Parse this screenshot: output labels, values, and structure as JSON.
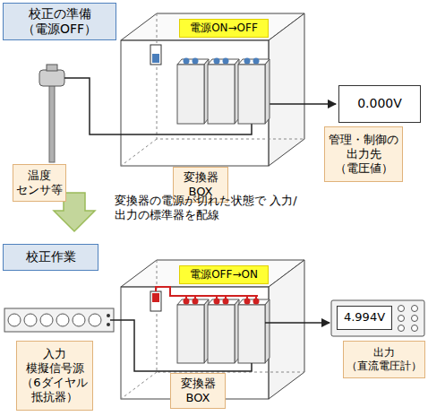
{
  "diagram": {
    "nodes": [
      {
        "text": [
          "校正の準備 （電源OFF）"
        ]
      },
      {
        "text": [
          "電源ON→OFF"
        ]
      },
      {
        "text": [
          "0.000V"
        ]
      },
      {
        "text": [
          "温度 センサ等"
        ]
      },
      {
        "text": [
          "変換器 BOX"
        ]
      },
      {
        "text": [
          "管理・制御の 出力先 （電圧値）"
        ]
      },
      {
        "text": [
          "校正作業"
        ]
      },
      {
        "text": [
          "電源OFF→ON"
        ]
      },
      {
        "text": [
          "4.994V"
        ]
      },
      {
        "text": [
          "入力 模擬信号源 （6ダイヤル 抵抗器）"
        ]
      },
      {
        "text": [
          "変換器 BOX"
        ]
      },
      {
        "text": [
          "出力 （直流電圧計）"
        ]
      }
    ],
    "labels": [
      "変換器の電源が切れた状態で 入力/出力の標準器を配線"
    ]
  }
}
